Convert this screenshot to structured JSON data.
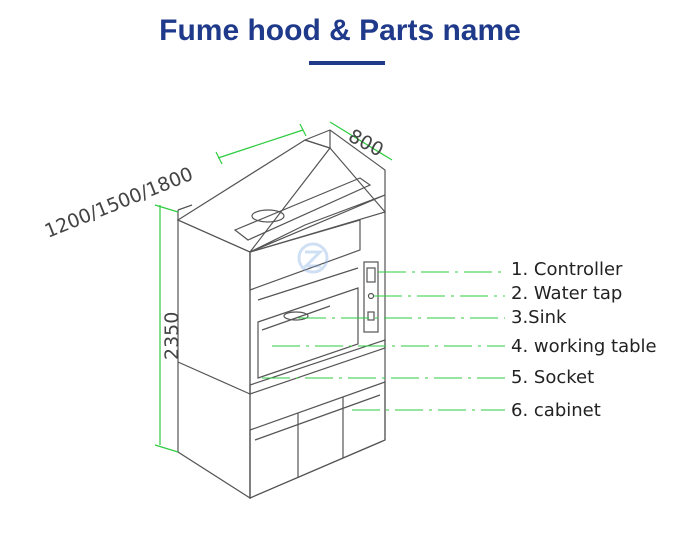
{
  "title": "Fume hood & Parts name",
  "colors": {
    "title": "#1f3a8a",
    "dimension_line": "#2ecc40",
    "outline": "#555555"
  },
  "dimensions": {
    "width": "1200/1500/1800",
    "depth": "800",
    "height": "2350"
  },
  "watermark_icon": "company-logo",
  "parts": [
    {
      "label": "1. Controller"
    },
    {
      "label": "2. Water tap"
    },
    {
      "label": "3.Sink"
    },
    {
      "label": "4. working table"
    },
    {
      "label": "5. Socket"
    },
    {
      "label": "6. cabinet"
    }
  ]
}
